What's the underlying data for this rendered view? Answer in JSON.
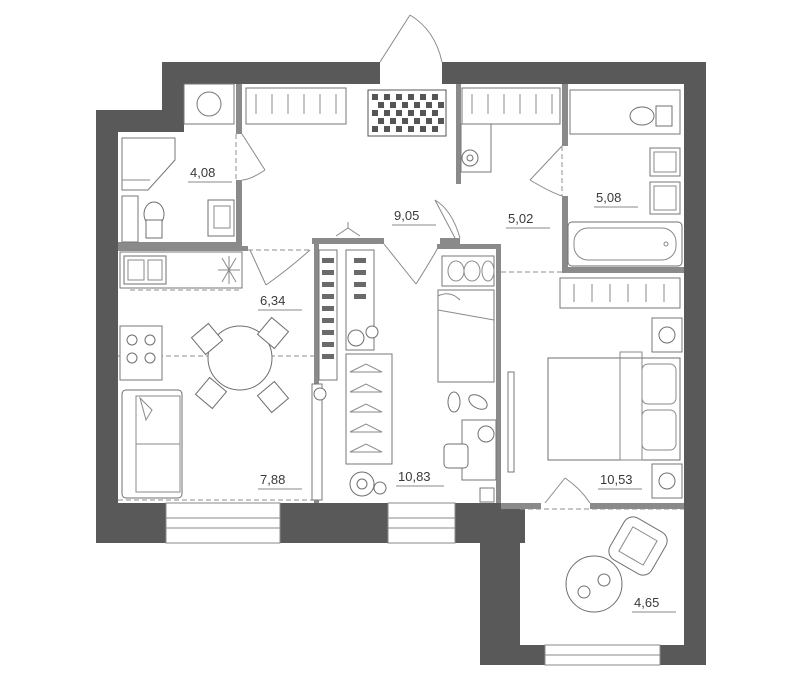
{
  "rooms": [
    {
      "id": "bathroom-1",
      "area": "4,08"
    },
    {
      "id": "hallway",
      "area": "9,05"
    },
    {
      "id": "corridor",
      "area": "5,02"
    },
    {
      "id": "bathroom-2",
      "area": "5,08"
    },
    {
      "id": "kitchen",
      "area": "6,34"
    },
    {
      "id": "living-room",
      "area": "7,88"
    },
    {
      "id": "dressing-room",
      "area": "10,83"
    },
    {
      "id": "bedroom",
      "area": "10,53"
    },
    {
      "id": "balcony",
      "area": "4,65"
    }
  ],
  "colors": {
    "wall": "#595959",
    "line": "#8a8a8a",
    "background": "#ffffff"
  },
  "icons": [
    "toilet-icon",
    "sink-icon",
    "bathtub-icon",
    "stove-icon",
    "bed-icon",
    "sofa-icon",
    "dining-table-icon",
    "armchair-icon",
    "plant-icon",
    "rug-icon",
    "hanger-icon",
    "shoe-icon"
  ]
}
